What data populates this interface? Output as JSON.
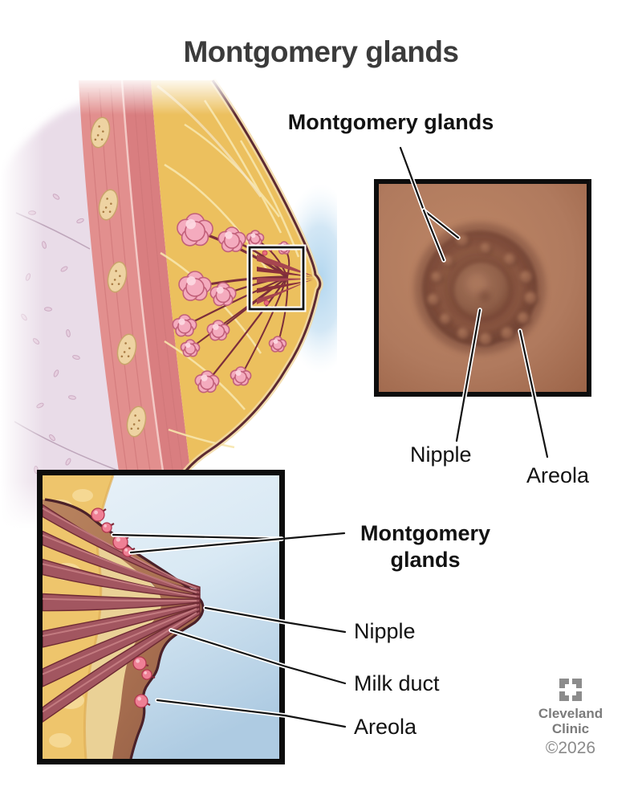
{
  "page": {
    "title": "Montgomery glands"
  },
  "areola_view": {
    "callout": "Montgomery glands",
    "nipple_label": "Nipple",
    "areola_label": "Areola"
  },
  "inset_view": {
    "montgomery_label_line1": "Montgomery",
    "montgomery_label_line2": "glands",
    "nipple_label": "Nipple",
    "milk_duct_label": "Milk duct",
    "areola_label": "Areola"
  },
  "branding": {
    "line1": "Cleveland",
    "line2": "Clinic",
    "copyright": "©2026"
  },
  "colors": {
    "title_gray": "#3b3b3b",
    "label_black": "#121212",
    "branding_gray": "#7b7b7b",
    "skin_tan": "#b07a5e",
    "areola_brown": "#7c4f3d",
    "nipple_brown": "#96624b",
    "fat_yellow": "#ecc05e",
    "lobule_pink": "#f4abbe",
    "duct_maroon": "#9a4a53",
    "muscle_pink": "#e28f8e",
    "chest_lavender": "#e9dce8",
    "glow_blue": "#bcdcf0"
  }
}
